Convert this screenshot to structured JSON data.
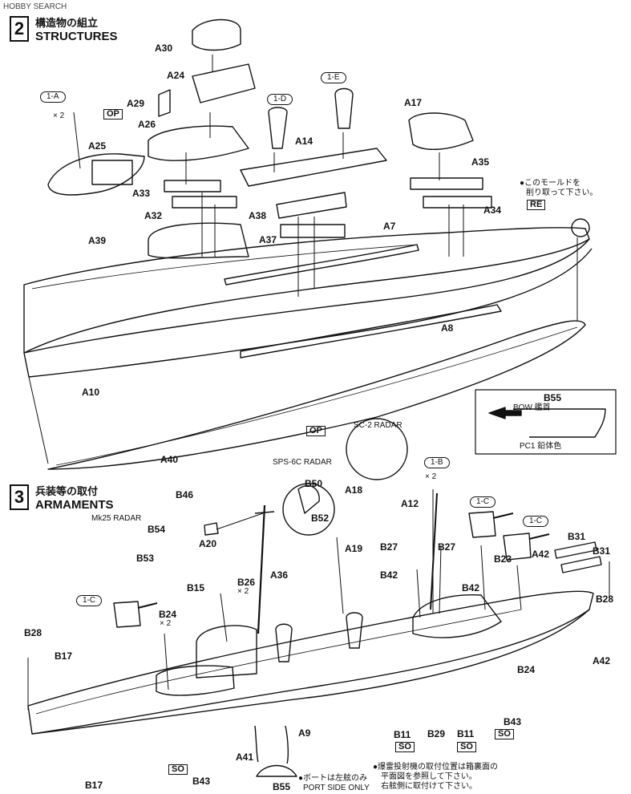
{
  "watermark": "HOBBY SEARCH",
  "steps": [
    {
      "number": "2",
      "title_jp": "構造物の組立",
      "title_en": "STRUCTURES"
    },
    {
      "number": "3",
      "title_jp": "兵装等の取付",
      "title_en": "ARMAMENTS"
    }
  ],
  "structures_parts": [
    "A30",
    "A24",
    "A29",
    "A26",
    "A25",
    "A33",
    "A32",
    "A39",
    "A14",
    "A38",
    "A37",
    "A7",
    "A17",
    "A35",
    "A34",
    "A8",
    "A10",
    "A40"
  ],
  "structures_callouts": {
    "c1A": "1-A",
    "c1D": "1-D",
    "c1E": "1-E",
    "x2": "× 2",
    "op": "OP",
    "re": "RE",
    "mold_note": [
      "●このモールドを",
      "削り取って下さい。"
    ]
  },
  "legend": {
    "part": "B55",
    "bow": "BOW 艦首",
    "color": "PC1 鉛体色"
  },
  "armaments_parts": [
    "B46",
    "B54",
    "B53",
    "A20",
    "B15",
    "B26",
    "A36",
    "B50",
    "B52",
    "A18",
    "A19",
    "A12",
    "B27",
    "B42",
    "B23",
    "A42",
    "B31",
    "B28",
    "B24",
    "B17",
    "B11",
    "B29",
    "B43",
    "A41",
    "B55",
    "A9"
  ],
  "armaments_callouts": {
    "op": "OP",
    "sc2": "SC-2 RADAR",
    "sps6c": "SPS-6C RADAR",
    "mk25": "Mk25 RADAR",
    "c1B": "1-B",
    "c1C": "1-C",
    "x2": "× 2",
    "so": "SO"
  },
  "boat_note": [
    "●ボートは左舷のみ",
    "PORT SIDE ONLY"
  ],
  "depth_charge_note": [
    "●爆雷投射機の取付位置は箱裏面の",
    "平面図を参照して下さい。",
    "右舷側に取付けて下さい。"
  ]
}
